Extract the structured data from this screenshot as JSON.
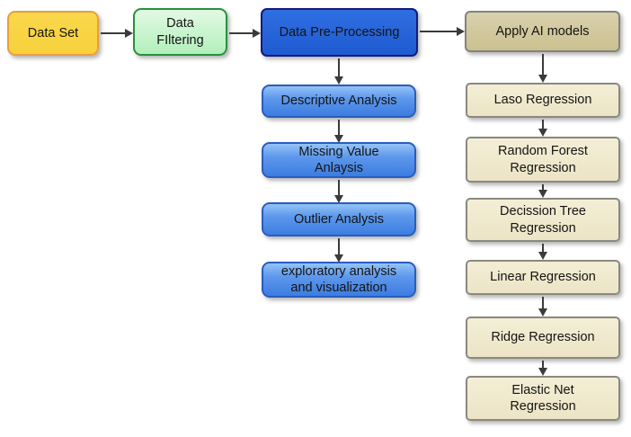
{
  "diagram": {
    "title": "data-analysis-pipeline-flowchart",
    "top_row": [
      {
        "id": "data-set",
        "label": "Data Set",
        "fill": "#f7d13c",
        "border": "#ea9d3e"
      },
      {
        "id": "data-filtering",
        "label": "Data FIltering",
        "fill": "#b2efbb",
        "border": "#27913f"
      },
      {
        "id": "data-pre-processing",
        "label": "Data Pre-Processing",
        "fill": "#2565d9",
        "border": "#111b7e"
      },
      {
        "id": "apply-ai-models",
        "label": "Apply AI models",
        "fill": "#cfc59c",
        "border": "#83837b"
      }
    ],
    "preprocessing_steps": [
      {
        "id": "descriptive-analysis",
        "label": "Descriptive Analysis"
      },
      {
        "id": "missing-value-anlaysis",
        "label": "Missing Value Anlaysis"
      },
      {
        "id": "outlier-analysis",
        "label": "Outlier Analysis"
      },
      {
        "id": "exploratory-analysis",
        "label": "exploratory analysis and visualization"
      }
    ],
    "ai_models": [
      {
        "id": "laso-regression",
        "label": "Laso Regression"
      },
      {
        "id": "random-forest-regression",
        "label": "Random Forest Regression"
      },
      {
        "id": "decission-tree-regression",
        "label": "Decission Tree Regression"
      },
      {
        "id": "linear-regression",
        "label": "Linear Regression"
      },
      {
        "id": "ridge-regression",
        "label": "Ridge Regression"
      },
      {
        "id": "elastic-net-regression",
        "label": "Elastic Net Regression"
      }
    ],
    "colors": {
      "preprocessing_fill": "#4c89e6",
      "preprocessing_border": "#2a5cc0",
      "model_fill": "#efe8cc",
      "model_border": "#8a897f",
      "arrow": "#3b3b3b",
      "background": "#ffffff"
    }
  }
}
